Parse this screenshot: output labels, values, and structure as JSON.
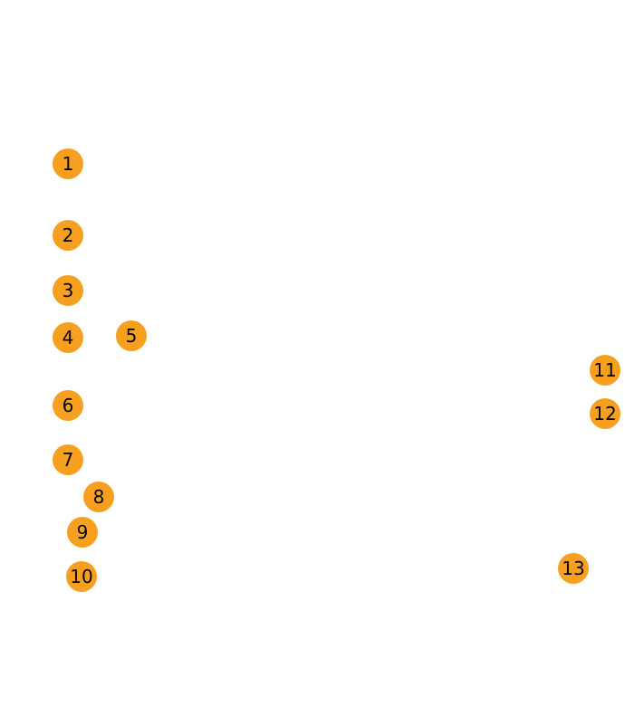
{
  "theme": {
    "marker_fill": "#F7A01F",
    "marker_text": "#000000",
    "background": "#FFFFFF"
  },
  "markers": [
    {
      "label": "1"
    },
    {
      "label": "2"
    },
    {
      "label": "3"
    },
    {
      "label": "4"
    },
    {
      "label": "5"
    },
    {
      "label": "6"
    },
    {
      "label": "7"
    },
    {
      "label": "8"
    },
    {
      "label": "9"
    },
    {
      "label": "10"
    },
    {
      "label": "11"
    },
    {
      "label": "12"
    },
    {
      "label": "13"
    }
  ]
}
